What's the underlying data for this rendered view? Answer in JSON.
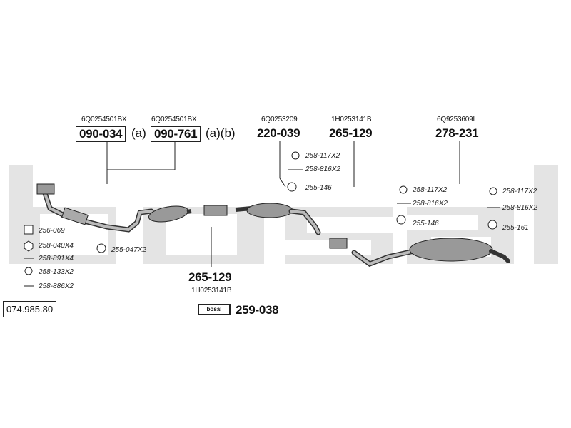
{
  "brand_watermark": "bosal",
  "catalog_number": "074.985.80",
  "groups": {
    "cat1": {
      "oem": "6Q0254501BX",
      "part": "090-034",
      "suffix": "(a)"
    },
    "cat2": {
      "oem": "6Q0254501BX",
      "part": "090-761",
      "suffix": "(a)(b)"
    },
    "front_pipe": {
      "oem": "6Q0253209",
      "part": "220-039"
    },
    "repair_pipe_top": {
      "oem": "1H0253141B",
      "part": "265-129"
    },
    "rear_muffler": {
      "oem": "6Q9253609L",
      "part": "278-231"
    },
    "repair_pipe_bottom": {
      "oem": "1H0253141B",
      "part": "265-129"
    },
    "assembly_kit": {
      "part": "259-038",
      "badge": "bosal"
    }
  },
  "accessories": {
    "left": [
      "256-069",
      "258-040X4",
      "258-891X4",
      "258-133X2",
      "258-886X2"
    ],
    "cat_hanger": "255-047X2",
    "mid": [
      "258-117X2",
      "258-816X2",
      "255-146"
    ],
    "rear1": [
      "258-117X2",
      "258-816X2",
      "255-146"
    ],
    "rear2": [
      "258-117X2",
      "258-816X2",
      "255-161"
    ]
  }
}
